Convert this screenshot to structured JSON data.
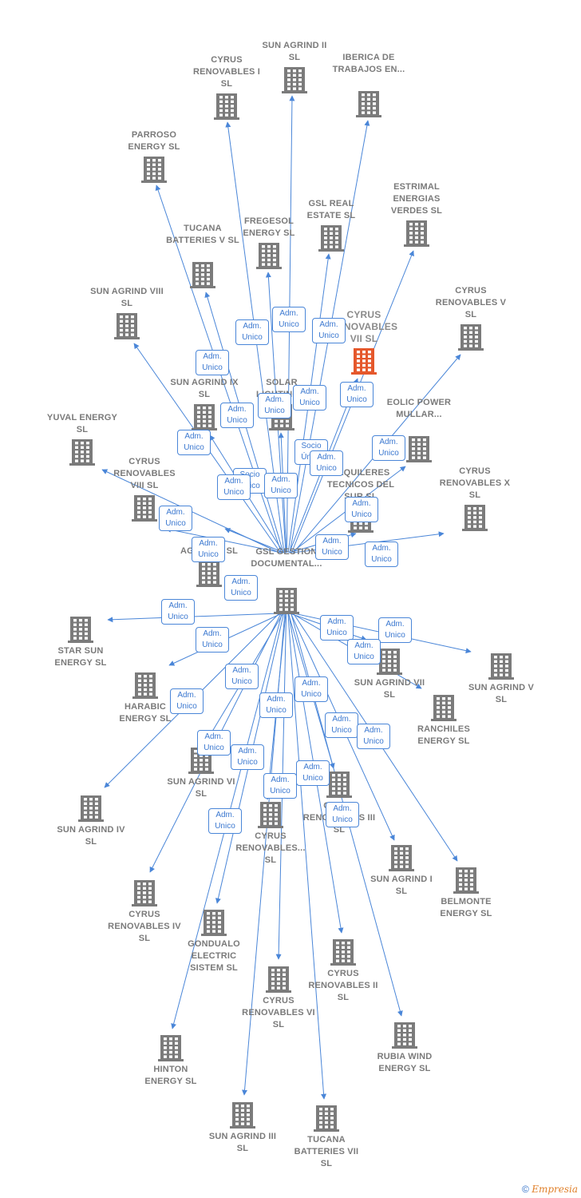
{
  "colors": {
    "edge": "#4a86d8",
    "node": "#7b7b7b",
    "highlight": "#e5582c",
    "label": "#7a7a7a"
  },
  "center": {
    "name": "GSL GESTION DOCUMENTAL..."
  },
  "nodes": [
    {
      "id": "n1",
      "name": "SUN AGRIND II SL"
    },
    {
      "id": "n2",
      "name": "CYRUS RENOVABLES I SL"
    },
    {
      "id": "n3",
      "name": "IBERICA DE TRABAJOS EN..."
    },
    {
      "id": "n4",
      "name": "PARROSO ENERGY SL"
    },
    {
      "id": "n5",
      "name": "ESTRIMAL ENERGIAS VERDES SL"
    },
    {
      "id": "n6",
      "name": "GSL REAL ESTATE SL"
    },
    {
      "id": "n7",
      "name": "FREGESOL ENERGY SL"
    },
    {
      "id": "n8",
      "name": "TUCANA BATTERIES V SL"
    },
    {
      "id": "n9",
      "name": "CYRUS RENOVABLES V SL"
    },
    {
      "id": "n10",
      "name": "CYRUS RENOVABLES VII SL",
      "highlight": true
    },
    {
      "id": "n11",
      "name": "SUN AGRIND VIII SL"
    },
    {
      "id": "n12",
      "name": "SOLAR LIGHTING..."
    },
    {
      "id": "n13",
      "name": "SUN AGRIND IX SL"
    },
    {
      "id": "n14",
      "name": "EOLIC POWER MULLAR..."
    },
    {
      "id": "n15",
      "name": "YUVAL ENERGY SL"
    },
    {
      "id": "n16",
      "name": "CYRUS RENOVABLES VIII SL"
    },
    {
      "id": "n17",
      "name": "ALQUILERES TECNICOS DEL SUR SL"
    },
    {
      "id": "n18",
      "name": "CYRUS RENOVABLES X SL"
    },
    {
      "id": "n19",
      "name": "AGRIND... SL"
    },
    {
      "id": "n20",
      "name": "STAR SUN ENERGY SL"
    },
    {
      "id": "n21",
      "name": "SUN AGRIND VII SL"
    },
    {
      "id": "n22",
      "name": "SUN AGRIND V SL"
    },
    {
      "id": "n23",
      "name": "HARABIC ENERGY SL"
    },
    {
      "id": "n24",
      "name": "RANCHILES ENERGY SL"
    },
    {
      "id": "n25",
      "name": "SUN AGRIND VI SL"
    },
    {
      "id": "n26",
      "name": "SUN AGRIND IV SL"
    },
    {
      "id": "n27",
      "name": "CYRUS RENOVABLES III SL"
    },
    {
      "id": "n28",
      "name": "CYRUS RENOVABLES... SL"
    },
    {
      "id": "n29",
      "name": "SUN AGRIND I SL"
    },
    {
      "id": "n30",
      "name": "BELMONTE ENERGY SL"
    },
    {
      "id": "n31",
      "name": "CYRUS RENOVABLES IV SL"
    },
    {
      "id": "n32",
      "name": "GONDUALO ELECTRIC SISTEM SL"
    },
    {
      "id": "n33",
      "name": "CYRUS RENOVABLES II SL"
    },
    {
      "id": "n34",
      "name": "CYRUS RENOVABLES VI SL"
    },
    {
      "id": "n35",
      "name": "RUBIA WIND ENERGY SL"
    },
    {
      "id": "n36",
      "name": "HINTON ENERGY SL"
    },
    {
      "id": "n37",
      "name": "SUN AGRIND III SL"
    },
    {
      "id": "n38",
      "name": "TUCANA BATTERIES VII SL"
    }
  ],
  "edge_tags": [
    {
      "l1": "Adm.",
      "l2": "Unico"
    },
    {
      "l1": "Adm.",
      "l2": "Unico"
    },
    {
      "l1": "Adm.",
      "l2": "Unico"
    },
    {
      "l1": "Adm.",
      "l2": "Unico"
    },
    {
      "l1": "Adm.",
      "l2": "Unico"
    },
    {
      "l1": "Adm.",
      "l2": "Unico"
    },
    {
      "l1": "Adm.",
      "l2": "Unico"
    },
    {
      "l1": "Adm.",
      "l2": "Unico"
    },
    {
      "l1": "Adm.",
      "l2": "Unico"
    },
    {
      "l1": "Socio",
      "l2": "Único"
    },
    {
      "l1": "Socio",
      "l2": "Único"
    },
    {
      "l1": "Adm.",
      "l2": "Unico"
    },
    {
      "l1": "Adm.",
      "l2": "Unico"
    },
    {
      "l1": "Adm.",
      "l2": "Unico"
    },
    {
      "l1": "Adm.",
      "l2": "Unico"
    },
    {
      "l1": "Adm.",
      "l2": "Unico"
    },
    {
      "l1": "Adm.",
      "l2": "Unico"
    },
    {
      "l1": "Adm.",
      "l2": "Unico"
    },
    {
      "l1": "Adm.",
      "l2": "Unico"
    },
    {
      "l1": "Adm.",
      "l2": "Unico"
    },
    {
      "l1": "Adm.",
      "l2": "Unico"
    },
    {
      "l1": "Adm.",
      "l2": "Unico"
    },
    {
      "l1": "Adm.",
      "l2": "Unico"
    },
    {
      "l1": "Adm.",
      "l2": "Unico"
    },
    {
      "l1": "Adm.",
      "l2": "Unico"
    },
    {
      "l1": "Adm.",
      "l2": "Unico"
    },
    {
      "l1": "Adm.",
      "l2": "Unico"
    },
    {
      "l1": "Adm.",
      "l2": "Unico"
    },
    {
      "l1": "Adm.",
      "l2": "Unico"
    },
    {
      "l1": "Adm.",
      "l2": "Unico"
    },
    {
      "l1": "Adm.",
      "l2": "Unico"
    },
    {
      "l1": "Adm.",
      "l2": "Unico"
    },
    {
      "l1": "Adm.",
      "l2": "Unico"
    },
    {
      "l1": "Adm.",
      "l2": "Unico"
    },
    {
      "l1": "Adm.",
      "l2": "Unico"
    },
    {
      "l1": "Adm.",
      "l2": "Unico"
    },
    {
      "l1": "Adm.",
      "l2": "Unico"
    },
    {
      "l1": "Adm.",
      "l2": "Unico"
    }
  ],
  "footer": {
    "copyright": "©",
    "brand": "Empresia"
  }
}
